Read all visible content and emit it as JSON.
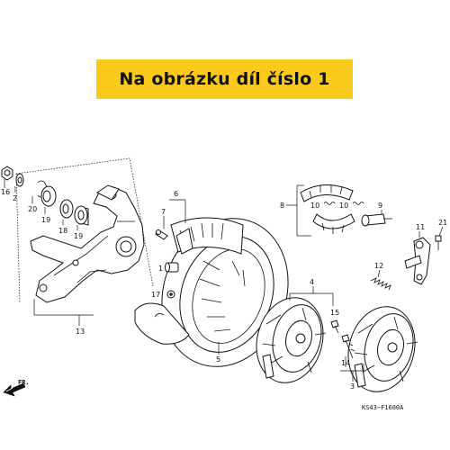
{
  "banner": {
    "text": "Na obrázku díl číslo 1"
  },
  "diagram_code": "KS43−F1600A",
  "direction_label": "FR.",
  "callouts": [
    {
      "id": "c16",
      "label": "16"
    },
    {
      "id": "c2",
      "label": "2"
    },
    {
      "id": "c20",
      "label": "20"
    },
    {
      "id": "c19a",
      "label": "19"
    },
    {
      "id": "c18",
      "label": "18"
    },
    {
      "id": "c19b",
      "label": "19"
    },
    {
      "id": "c13",
      "label": "13"
    },
    {
      "id": "c6",
      "label": "6"
    },
    {
      "id": "c7",
      "label": "7"
    },
    {
      "id": "c1",
      "label": "1"
    },
    {
      "id": "c17",
      "label": "17"
    },
    {
      "id": "c5",
      "label": "5"
    },
    {
      "id": "c8",
      "label": "8"
    },
    {
      "id": "c10a",
      "label": "10"
    },
    {
      "id": "c10b",
      "label": "10"
    },
    {
      "id": "c9",
      "label": "9"
    },
    {
      "id": "c11",
      "label": "11"
    },
    {
      "id": "c21",
      "label": "21"
    },
    {
      "id": "c12",
      "label": "12"
    },
    {
      "id": "c4",
      "label": "4"
    },
    {
      "id": "c15",
      "label": "15"
    },
    {
      "id": "c14",
      "label": "14"
    },
    {
      "id": "c3",
      "label": "3"
    }
  ]
}
